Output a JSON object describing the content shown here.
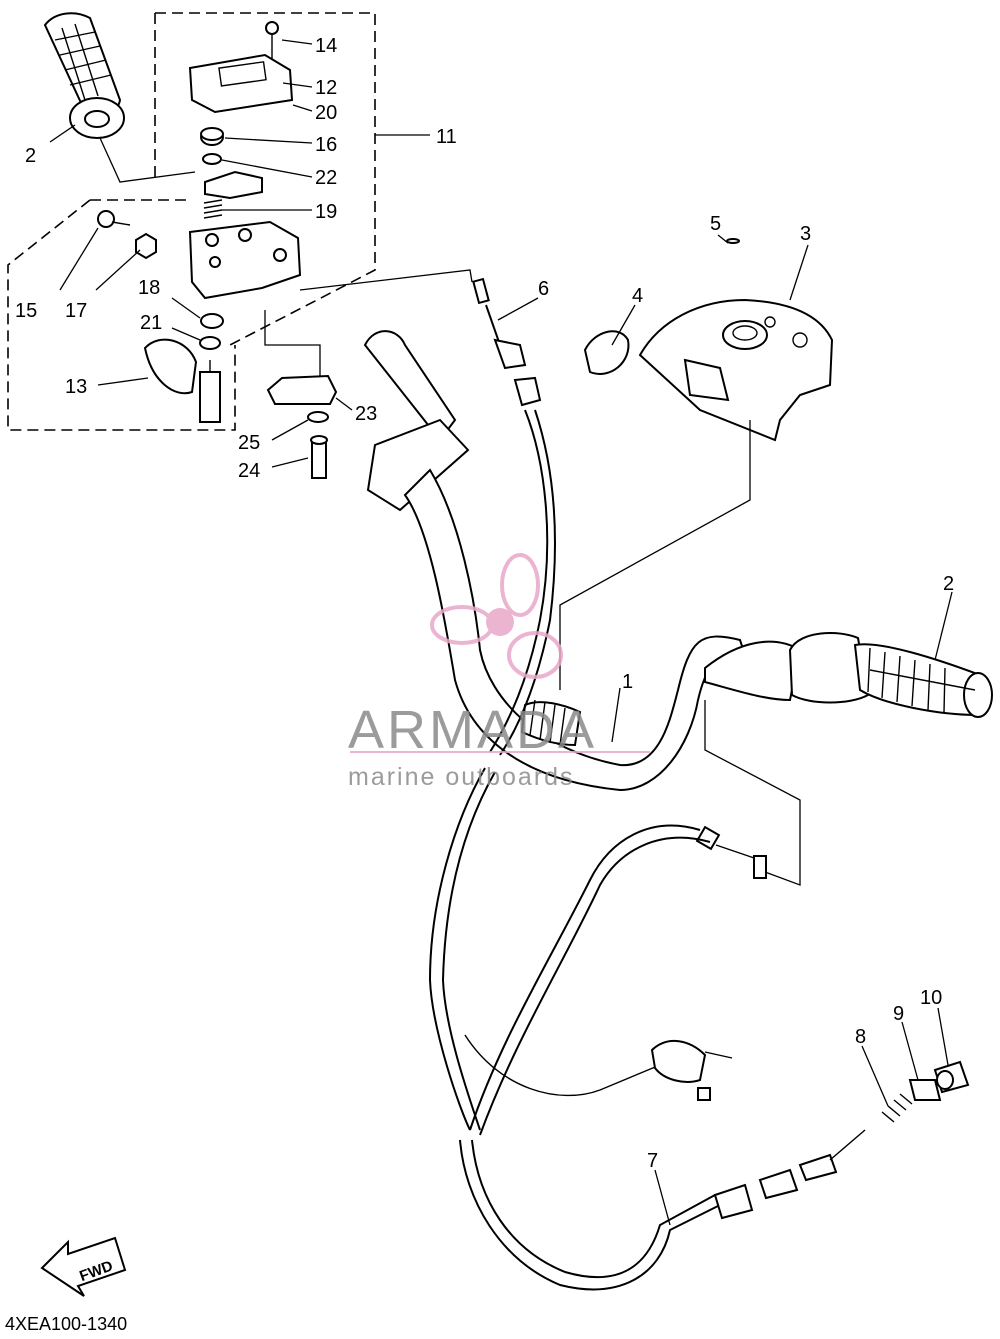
{
  "diagram": {
    "reference_code": "4XEA100-1340",
    "fwd_label": "FWD",
    "watermark": {
      "brand": "ARMADA",
      "tagline": "marine outboards",
      "color": "#e8a7c8"
    },
    "callouts": [
      "1",
      "2",
      "2",
      "3",
      "4",
      "5",
      "6",
      "7",
      "8",
      "9",
      "10",
      "11",
      "12",
      "13",
      "14",
      "15",
      "16",
      "17",
      "18",
      "19",
      "20",
      "21",
      "22",
      "23",
      "24",
      "25"
    ]
  }
}
